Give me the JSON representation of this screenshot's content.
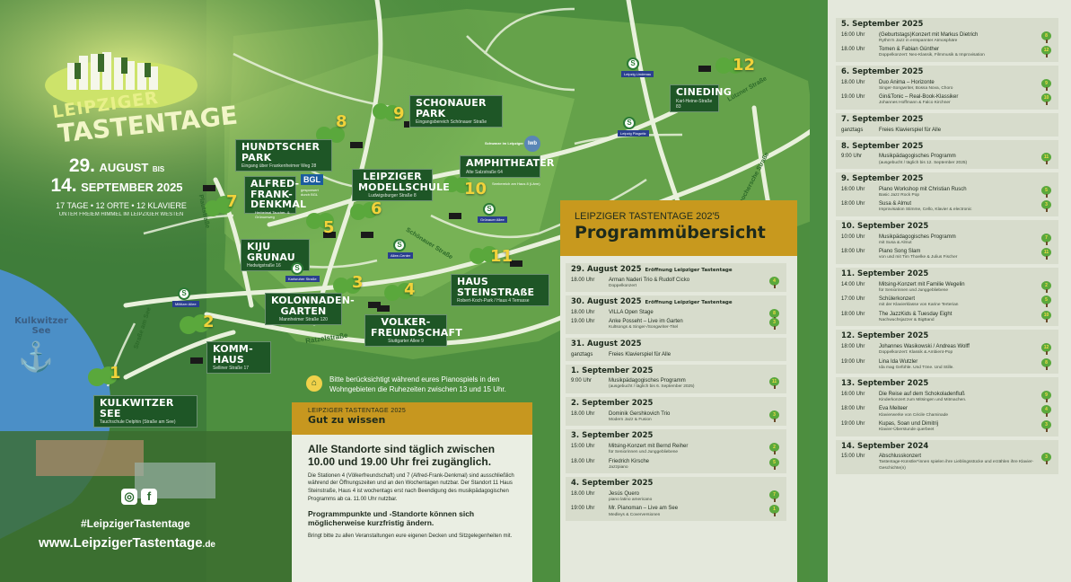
{
  "brand": {
    "line1": "LEIPZIGER",
    "line2": "TASTENTAGE",
    "date_from_num": "29.",
    "date_from_month": "AUGUST",
    "date_bis": "BIS",
    "date_to_num": "14.",
    "date_to_month": "SEPTEMBER 2025",
    "tagline1": "17 TAGE • 12 ORTE • 12 KLAVIERE",
    "tagline2": "UNTER FREIEM HIMMEL IM LEIPZIGER WESTEN"
  },
  "locations": [
    {
      "num": "1",
      "name": "KULKWITZER SEE",
      "addr": "Tauchschule Delphin (Straße am See)"
    },
    {
      "num": "2",
      "name": "KOMM-HAUS",
      "addr": "Selliner Straße 17"
    },
    {
      "num": "3",
      "name": "KOLONNADEN-GARTEN",
      "addr": "Mannheimer Straße 120"
    },
    {
      "num": "4",
      "name": "VOLKER-FREUNDSCHAFT",
      "addr": "Stuttgarter Allee 9"
    },
    {
      "num": "5",
      "name": "KIJU GRUNAU",
      "addr": "Hedwigstraße 16"
    },
    {
      "num": "6",
      "name": "LEIPZIGER MODELLSCHULE",
      "addr": "Ludwigsburger Straße 8"
    },
    {
      "num": "7",
      "name": "ALFRED-FRANK-DENKMAL",
      "addr": ""
    },
    {
      "num": "8",
      "name": "HUNDTSCHER PARK",
      "addr": "Eingang über Frankenheimer Weg 28"
    },
    {
      "num": "9",
      "name": "SCHONAUER PARK",
      "addr": "Eingangsbereich Schönauer Straße"
    },
    {
      "num": "10",
      "name": "AMPHITHEATER",
      "addr": "Alte Salzstraße 64"
    },
    {
      "num": "11",
      "name": "HAUS STEINSTRAßE",
      "addr": "Robert-Koch-Park / Haus 4 Terrasse"
    },
    {
      "num": "12",
      "name": "CINEDING",
      "addr": "Karl-Heine-Straße 83"
    }
  ],
  "map_text": {
    "lake_l1": "Kulkwitzer",
    "lake_l2": "See",
    "street_ratzel": "Ratzelstraße",
    "street_am_see": "Straße am See",
    "street_schonauer": "Schönauer Straße",
    "street_lutzner": "Lützner Straße",
    "street_zschocher": "Zschochersche Straße",
    "street_plautstr": "Plautstraße",
    "s_lindenau": "Leipzig Lindenau",
    "s_plagwitz": "Leipzig Plagwitz",
    "s_miltitzer": "Miltitzer Allee",
    "s_karlsruher": "Karlsruher Straße",
    "s_allee": "Allee-Center",
    "s_grunauer": "Grünauer Allee",
    "bgl": "BGL",
    "bgl_note": "gesponsert durch BGL",
    "partner_note": "Herbeimal Taucher- & Grünumweg",
    "lwb": "lwb",
    "schwarz": "Schwarze im Leipziger",
    "amphi_note": "Seebereich am Haus 8 (Lärm)"
  },
  "hint": {
    "text": "Bitte berücksichtigt während eures Pianospiels in den Wohngebieten die Ruhezeiten zwischen 13 und 15 Uhr."
  },
  "gut_zu_wissen": {
    "kicker": "LEIPZIGER TASTENTAGE 2025",
    "title": "Gut zu wissen",
    "lead": "Alle Standorte sind täglich zwischen 10.00 und 19.00 Uhr frei zugänglich.",
    "body1": "Die Stationen 4 (Völkerfreundschaft) und 7 (Alfred-Frank-Denkmal) sind ausschließlich während der Öffnungszeiten und an den Wochentagen nutzbar. Der Standort 11 Haus Steinstraße, Haus 4 ist wochentags erst nach Beendigung des musikpädagogischen Programms ab ca. 11.00 Uhr nutzbar.",
    "body2": "Programmpunkte und -Standorte können sich möglicherweise kurzfristig ändern.",
    "body3": "Bringt bitte zu allen Veranstaltungen eure eigenen Decken und Sitzgelegenheiten mit."
  },
  "social": {
    "instagram": "◎",
    "facebook": "f",
    "hashtag": "#LeipzigerTastentage",
    "url_main": "www.LeipzigerTastentage",
    "url_tld": ".de"
  },
  "program": {
    "kicker": "LEIPZIGER TASTENTAGE 202'5",
    "title": "Programmübersicht",
    "col1": [
      {
        "date": "29. August 2025",
        "extra": "Eröffnung Leipziger Tastentage",
        "events": [
          {
            "time": "18.00 Uhr",
            "title": "Arman Naderi Trio & Rudolf Cicko",
            "sub": "Doppelkonzert",
            "num": "4"
          }
        ]
      },
      {
        "date": "30. August 2025",
        "extra": "Eröffnung Leipziger Tastentage",
        "events": [
          {
            "time": "18.00 Uhr",
            "title": "VILLA Open Stage",
            "sub": "",
            "num": "8"
          },
          {
            "time": "19.00 Uhr",
            "title": "Anke Posseht – Live im Garten",
            "sub": "Kultsongs & Singer-/Songwriter-Titel",
            "num": "3"
          }
        ]
      },
      {
        "date": "31. August 2025",
        "extra": "",
        "events": [
          {
            "time": "ganztags",
            "title": "Freies Klavierspiel für Alle",
            "sub": "",
            "num": ""
          }
        ]
      },
      {
        "date": "1. September 2025",
        "extra": "",
        "events": [
          {
            "time": "9:00 Uhr",
            "title": "Musikpädagogisches Programm",
            "sub": "(ausgebucht / täglich bis 6. September 2025)",
            "num": "11"
          }
        ]
      },
      {
        "date": "2. September 2025",
        "extra": "",
        "events": [
          {
            "time": "18.00 Uhr",
            "title": "Dominik Gershkovich Trio",
            "sub": "Modern Jazz & Fusion",
            "num": "3"
          }
        ]
      },
      {
        "date": "3. September 2025",
        "extra": "",
        "events": [
          {
            "time": "15:00 Uhr",
            "title": "Mitsing-Konzert mit Bernd Reiher",
            "sub": "für Seniorinnen und Junggebliebene",
            "num": "2"
          },
          {
            "time": "18.00 Uhr",
            "title": "Friedrich Kirsche",
            "sub": "Jazzpiano",
            "num": "5"
          }
        ]
      },
      {
        "date": "4. September 2025",
        "extra": "",
        "events": [
          {
            "time": "18.00 Uhr",
            "title": "Jesús Quero",
            "sub": "piano latino americano",
            "num": "7"
          },
          {
            "time": "19:00 Uhr",
            "title": "Mr. Pianoman – Live am See",
            "sub": "Medleys & Coverversionen",
            "num": "1"
          }
        ]
      }
    ],
    "col2": [
      {
        "date": "5. September 2025",
        "events": [
          {
            "time": "16:00 Uhr",
            "title": "(Geburtstags)Konzert mit Markus Dietrich",
            "sub": "Rythm'n Jazz in entspannter Atmosphäre",
            "num": "8"
          },
          {
            "time": "18.00 Uhr",
            "title": "Tomen & Fabian Günther",
            "sub": "Doppelkonzert: Neo-Klassik, Filmmusik & Improvisation",
            "num": "12"
          }
        ]
      },
      {
        "date": "6. September 2025",
        "events": [
          {
            "time": "18.00 Uhr",
            "title": "Duo Anima – Horizonte",
            "sub": "Singer-Songwriter, Bossa Nova, Choro",
            "num": "9"
          },
          {
            "time": "19.00 Uhr",
            "title": "Gin&Tonic – Real-Book-Klassiker",
            "sub": "Johannes Hoffmann & Falco Kirchner",
            "num": "10"
          }
        ]
      },
      {
        "date": "7. September 2025",
        "events": [
          {
            "time": "ganztags",
            "title": "Freies Klavierspiel für Alle",
            "sub": "",
            "num": ""
          }
        ]
      },
      {
        "date": "8. September 2025",
        "events": [
          {
            "time": "9:00 Uhr",
            "title": "Musikpädagogisches Programm",
            "sub": "(ausgebucht / täglich bis 12. September 2025)",
            "num": "11"
          }
        ]
      },
      {
        "date": "9. September 2025",
        "events": [
          {
            "time": "16:00 Uhr",
            "title": "Piano Workshop mit Christian Rusch",
            "sub": "Basic Jazz Rock Pop",
            "num": "5"
          },
          {
            "time": "18:00 Uhr",
            "title": "Susa & Almut",
            "sub": "Improvisation Stimme, Cello, Klavier & electronic",
            "num": "3"
          }
        ]
      },
      {
        "date": "10. September 2025",
        "events": [
          {
            "time": "10:00 Uhr",
            "title": "Musikpädagogisches Programm",
            "sub": "mit Susa & Almut",
            "num": "7"
          },
          {
            "time": "18:00 Uhr",
            "title": "Piano Song Slam",
            "sub": "von und mit Tim Thoelke & Julius Fischer",
            "num": "11"
          }
        ]
      },
      {
        "date": "11. September 2025",
        "events": [
          {
            "time": "14:00 Uhr",
            "title": "Mitsing-Konzert mit Familie Wegelin",
            "sub": "für Seniorinnen und Junggebliebene",
            "num": "2"
          },
          {
            "time": "17:00 Uhr",
            "title": "Schülerkonzert",
            "sub": "mit der Klavierklasse von Karine Terterian",
            "num": "5"
          },
          {
            "time": "18:00 Uhr",
            "title": "The JazzKids & Tuesday Eight",
            "sub": "Nachwuchsjazzer & BigBand",
            "num": "10"
          }
        ]
      },
      {
        "date": "12. September 2025",
        "events": [
          {
            "time": "18:00 Uhr",
            "title": "Johannes Wasikowski / Andreas Wolff",
            "sub": "Doppelkonzert: Klassik & Ambient-Pop",
            "num": "12"
          },
          {
            "time": "19:00 Uhr",
            "title": "Lina Ida Wutzler",
            "sub": "Ida mag Gefühle. Und Töne. Und Stille.",
            "num": "8"
          }
        ]
      },
      {
        "date": "13. September 2025",
        "events": [
          {
            "time": "16:00 Uhr",
            "title": "Die Reise auf dem Schokoladenfluß",
            "sub": "Kinderkonzert zum Mitsingen und Mitmachen.",
            "num": "9"
          },
          {
            "time": "18:00 Uhr",
            "title": "Eva Meiteer",
            "sub": "Klavierwerke von Cécile Chaminade",
            "num": "4"
          },
          {
            "time": "19:00 Uhr",
            "title": "Kupas, Soan und Dimitrij",
            "sub": "Klavier-Überstunde querbeet",
            "num": "3"
          }
        ]
      },
      {
        "date": "14. September 2024",
        "events": [
          {
            "time": "15:00 Uhr",
            "title": "Abschlusskonzert",
            "sub": "Tastentage-Künstler*innen spielen ihre Lieblingsstücke und erzählen ihre Klavier-Geschichte(n)",
            "num": "3"
          }
        ]
      }
    ]
  },
  "colors": {
    "green_dark": "#1e5626",
    "accent_gold": "#c8991e",
    "number_yellow": "#f1d23a",
    "panel": "#e4e8dc",
    "lake": "#4b8fc7"
  }
}
